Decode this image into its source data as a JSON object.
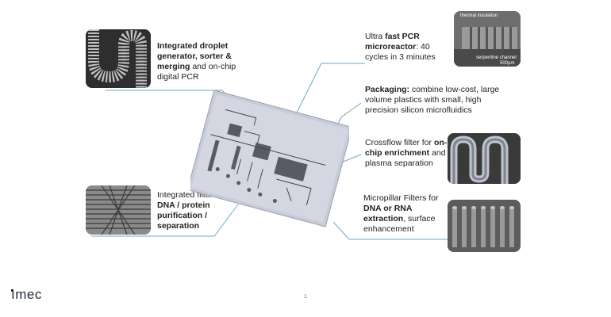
{
  "annotations": {
    "droplet": {
      "bold": "Integrated droplet generator, sorter & merging",
      "normal": " and on-chip digital PCR"
    },
    "filters": {
      "normal": "Integrated filters for ",
      "bold": "DNA / protein purification / separation"
    },
    "pcr": {
      "normal_pre": "Ultra ",
      "bold": "fast PCR microreactor",
      "normal_post": ": 40 cycles in 3 minutes"
    },
    "packaging": {
      "bold": "Packaging:",
      "normal": " combine low-cost, large volume plastics with small, high precision silicon microfluidics"
    },
    "crossflow": {
      "normal_pre": "Crossflow filter for ",
      "bold": "on-chip enrichment",
      "normal_post": " and plasma separation"
    },
    "micropillar": {
      "normal_pre": "Micropillar Filters for ",
      "bold": "DNA or RNA extraction",
      "normal_post": ", surface enhancement"
    }
  },
  "pcr_image": {
    "label_top": "thermal insulation",
    "label_bottom": "serpentine channel",
    "scale": "500µm"
  },
  "footer": {
    "logo": "ımec",
    "page": "1"
  },
  "colors": {
    "connector": "#6aaac0",
    "chip": "#c8ccd8"
  }
}
